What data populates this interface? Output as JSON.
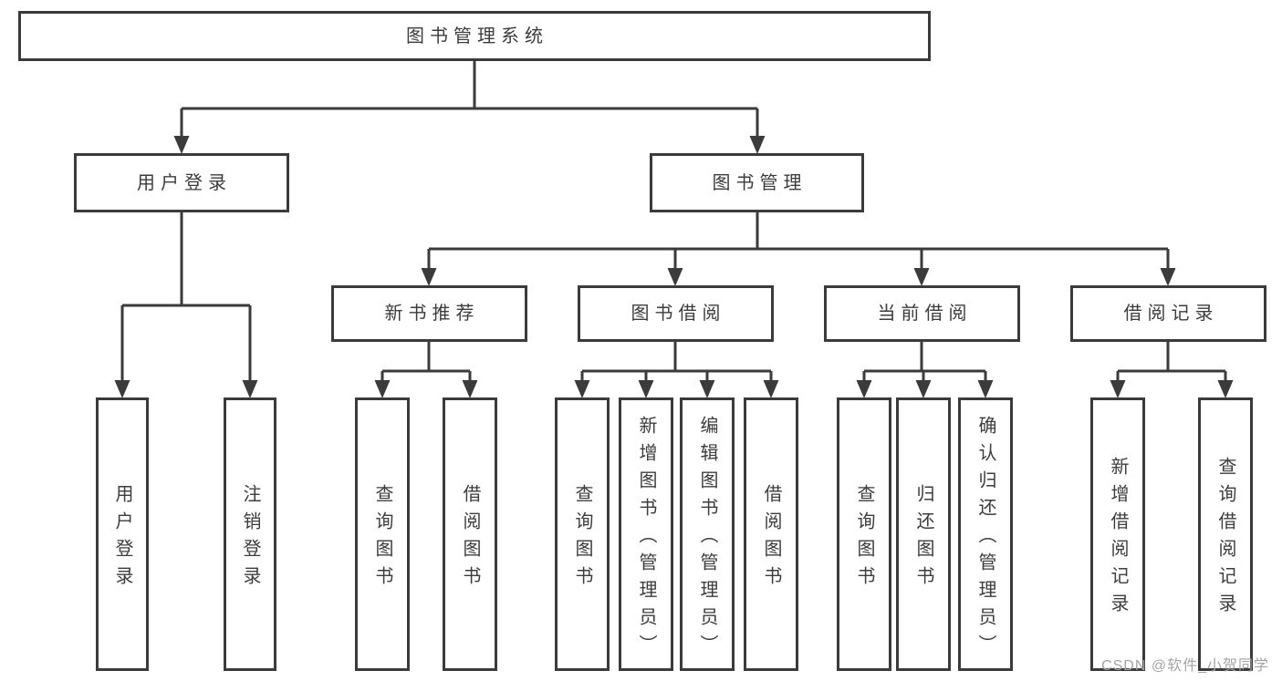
{
  "diagram": {
    "tree": {
      "label": "图书管理系统",
      "children": [
        {
          "label": "用户登录",
          "children": [
            {
              "label": "用户登录"
            },
            {
              "label": "注销登录"
            }
          ]
        },
        {
          "label": "图书管理",
          "children": [
            {
              "label": "新书推荐",
              "children": [
                {
                  "label": "查询图书"
                },
                {
                  "label": "借阅图书"
                }
              ]
            },
            {
              "label": "图书借阅",
              "children": [
                {
                  "label": "查询图书"
                },
                {
                  "label": "新增图书（管理员）"
                },
                {
                  "label": "编辑图书（管理员）"
                },
                {
                  "label": "借阅图书"
                }
              ]
            },
            {
              "label": "当前借阅",
              "children": [
                {
                  "label": "查询图书"
                },
                {
                  "label": "归还图书"
                },
                {
                  "label": "确认归还（管理员）"
                }
              ]
            },
            {
              "label": "借阅记录",
              "children": [
                {
                  "label": "新增借阅记录"
                },
                {
                  "label": "查询借阅记录"
                }
              ]
            }
          ]
        }
      ]
    },
    "watermark": "CSDN @软件_小贺同学",
    "colors": {
      "line": "#3b3b3b",
      "text": "#3c3c3c",
      "watermark": "#a3a3a3",
      "background": "#ffffff"
    }
  }
}
